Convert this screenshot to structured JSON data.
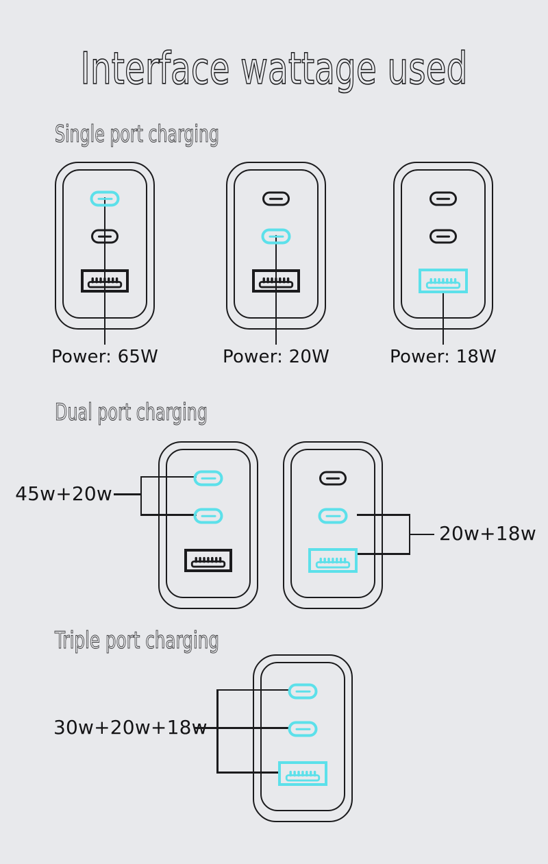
{
  "colors": {
    "background": "#e8e9ec",
    "ink": "#1b1b1d",
    "accent": "#5ce0ea"
  },
  "title": "Interface wattage used",
  "single": {
    "heading": "Single port charging",
    "chargers": [
      {
        "active_ports": [
          "usb-c-1"
        ],
        "power_label": "Power: 65W"
      },
      {
        "active_ports": [
          "usb-c-2"
        ],
        "power_label": "Power: 20W"
      },
      {
        "active_ports": [
          "usb-a"
        ],
        "power_label": "Power: 18W"
      }
    ]
  },
  "dual": {
    "heading": "Dual port charging",
    "chargers": [
      {
        "active_ports": [
          "usb-c-1",
          "usb-c-2"
        ],
        "wattage_label": "45w+20w"
      },
      {
        "active_ports": [
          "usb-c-2",
          "usb-a"
        ],
        "wattage_label": "20w+18w"
      }
    ]
  },
  "triple": {
    "heading": "Triple port charging",
    "chargers": [
      {
        "active_ports": [
          "usb-c-1",
          "usb-c-2",
          "usb-a"
        ],
        "wattage_label": "30w+20w+18w"
      }
    ]
  },
  "icons": {
    "usb_c_port": "usb-c-pill-icon",
    "usb_a_port": "usb-a-pins-icon"
  }
}
